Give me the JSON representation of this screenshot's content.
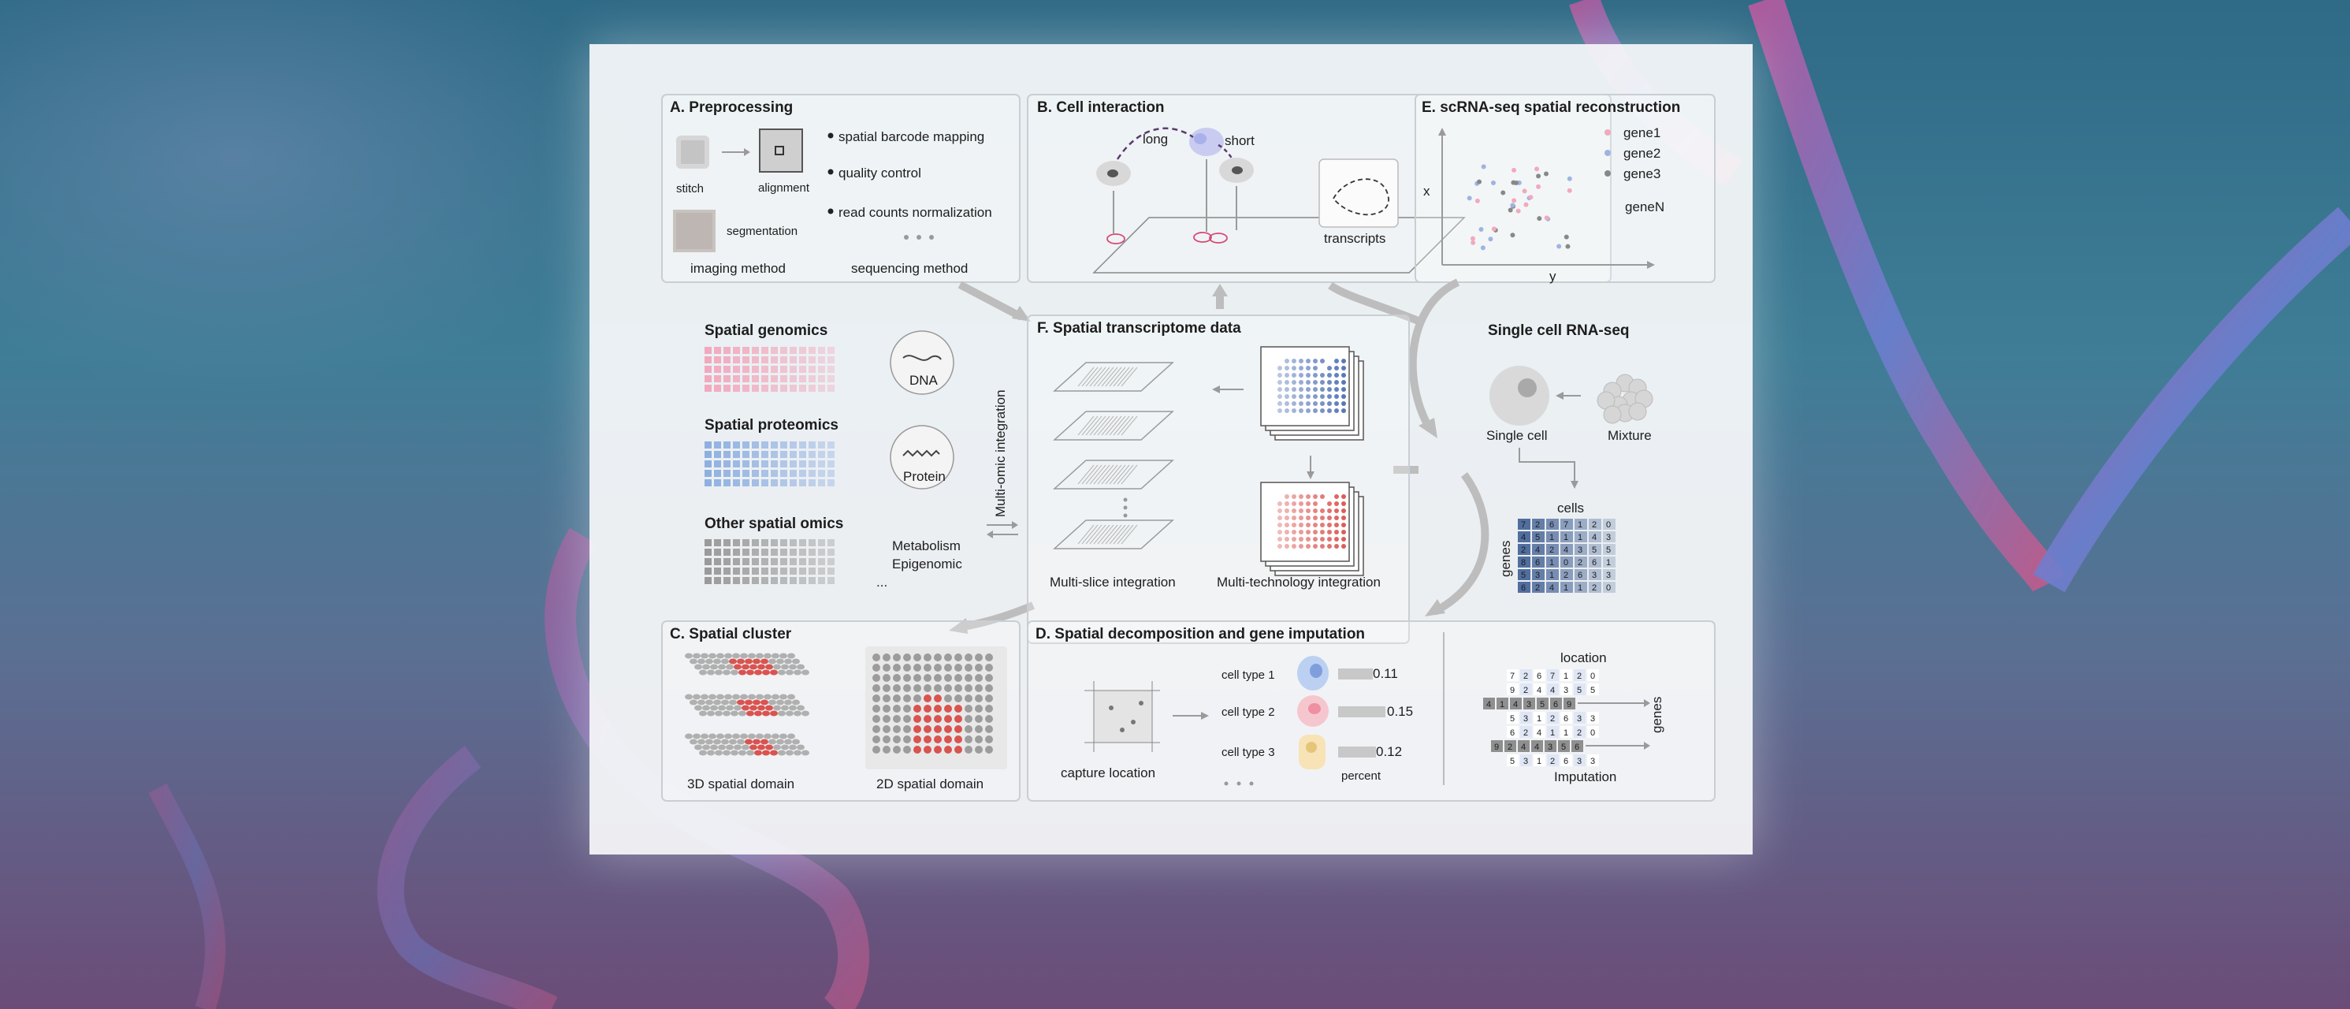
{
  "panels": {
    "A": {
      "title": "A. Preprocessing",
      "stitch": "stitch",
      "alignment": "alignment",
      "segmentation": "segmentation",
      "imaging_method": "imaging method",
      "bullets": [
        "spatial barcode mapping",
        "quality control",
        "read counts normalization"
      ],
      "sequencing_method": "sequencing method"
    },
    "B": {
      "title": "B. Cell interaction",
      "long": "long",
      "short": "short",
      "transcripts": "transcripts"
    },
    "E": {
      "title": "E. scRNA-seq spatial reconstruction",
      "x_axis": "x",
      "y_axis": "y",
      "legend": [
        "gene1",
        "gene2",
        "gene3",
        "geneN"
      ]
    },
    "F": {
      "title": "F. Spatial transcriptome data",
      "multi_slice": "Multi-slice integration",
      "multi_tech": "Multi-technology integration"
    },
    "omics": {
      "genomics": "Spatial genomics",
      "dna": "DNA",
      "proteomics": "Spatial proteomics",
      "protein": "Protein",
      "other": "Other spatial omics",
      "metabolism": "Metabolism",
      "epigenomic": "Epigenomic",
      "ellipsis": "...",
      "integration": "Multi-omic integration"
    },
    "scrna": {
      "title": "Single cell RNA-seq",
      "single_cell": "Single cell",
      "mixture": "Mixture",
      "cells": "cells",
      "genes": "genes",
      "matrix": [
        [
          "7",
          "2",
          "6",
          "7",
          "1",
          "2",
          "0"
        ],
        [
          "4",
          "5",
          "1",
          "1",
          "1",
          "4",
          "3"
        ],
        [
          "2",
          "4",
          "2",
          "4",
          "3",
          "5",
          "5"
        ],
        [
          "8",
          "6",
          "1",
          "0",
          "2",
          "6",
          "1"
        ],
        [
          "5",
          "3",
          "1",
          "2",
          "6",
          "3",
          "3"
        ],
        [
          "6",
          "2",
          "4",
          "1",
          "1",
          "2",
          "0"
        ]
      ]
    },
    "C": {
      "title": "C. Spatial cluster",
      "d3": "3D spatial domain",
      "d2": "2D spatial domain"
    },
    "D": {
      "title": "D. Spatial decomposition and gene imputation",
      "capture": "capture location",
      "cell_types": [
        "cell type 1",
        "cell type 2",
        "cell type 3"
      ],
      "percents": [
        "0.11",
        "0.15",
        "0.12"
      ],
      "percent_label": "percent",
      "location": "location",
      "genes": "genes",
      "imputation": "Imputation",
      "imp_rows": [
        [
          "7",
          "2",
          "6",
          "7",
          "1",
          "2",
          "0"
        ],
        [
          "9",
          "2",
          "4",
          "4",
          "3",
          "5",
          "5"
        ],
        [
          "4",
          "1",
          "4",
          "3",
          "5",
          "6",
          "9"
        ],
        [
          "5",
          "3",
          "1",
          "2",
          "6",
          "3",
          "3"
        ],
        [
          "6",
          "2",
          "4",
          "1",
          "1",
          "2",
          "0"
        ],
        [
          "9",
          "2",
          "4",
          "4",
          "3",
          "5",
          "6"
        ],
        [
          "5",
          "3",
          "1",
          "2",
          "6",
          "3",
          "3"
        ]
      ]
    }
  },
  "colors": {
    "pink": "#f2a9bd",
    "blue": "#8fb0df",
    "grey": "#9a9a9a",
    "red": "#d9534f",
    "navy": "#3f5f95"
  }
}
